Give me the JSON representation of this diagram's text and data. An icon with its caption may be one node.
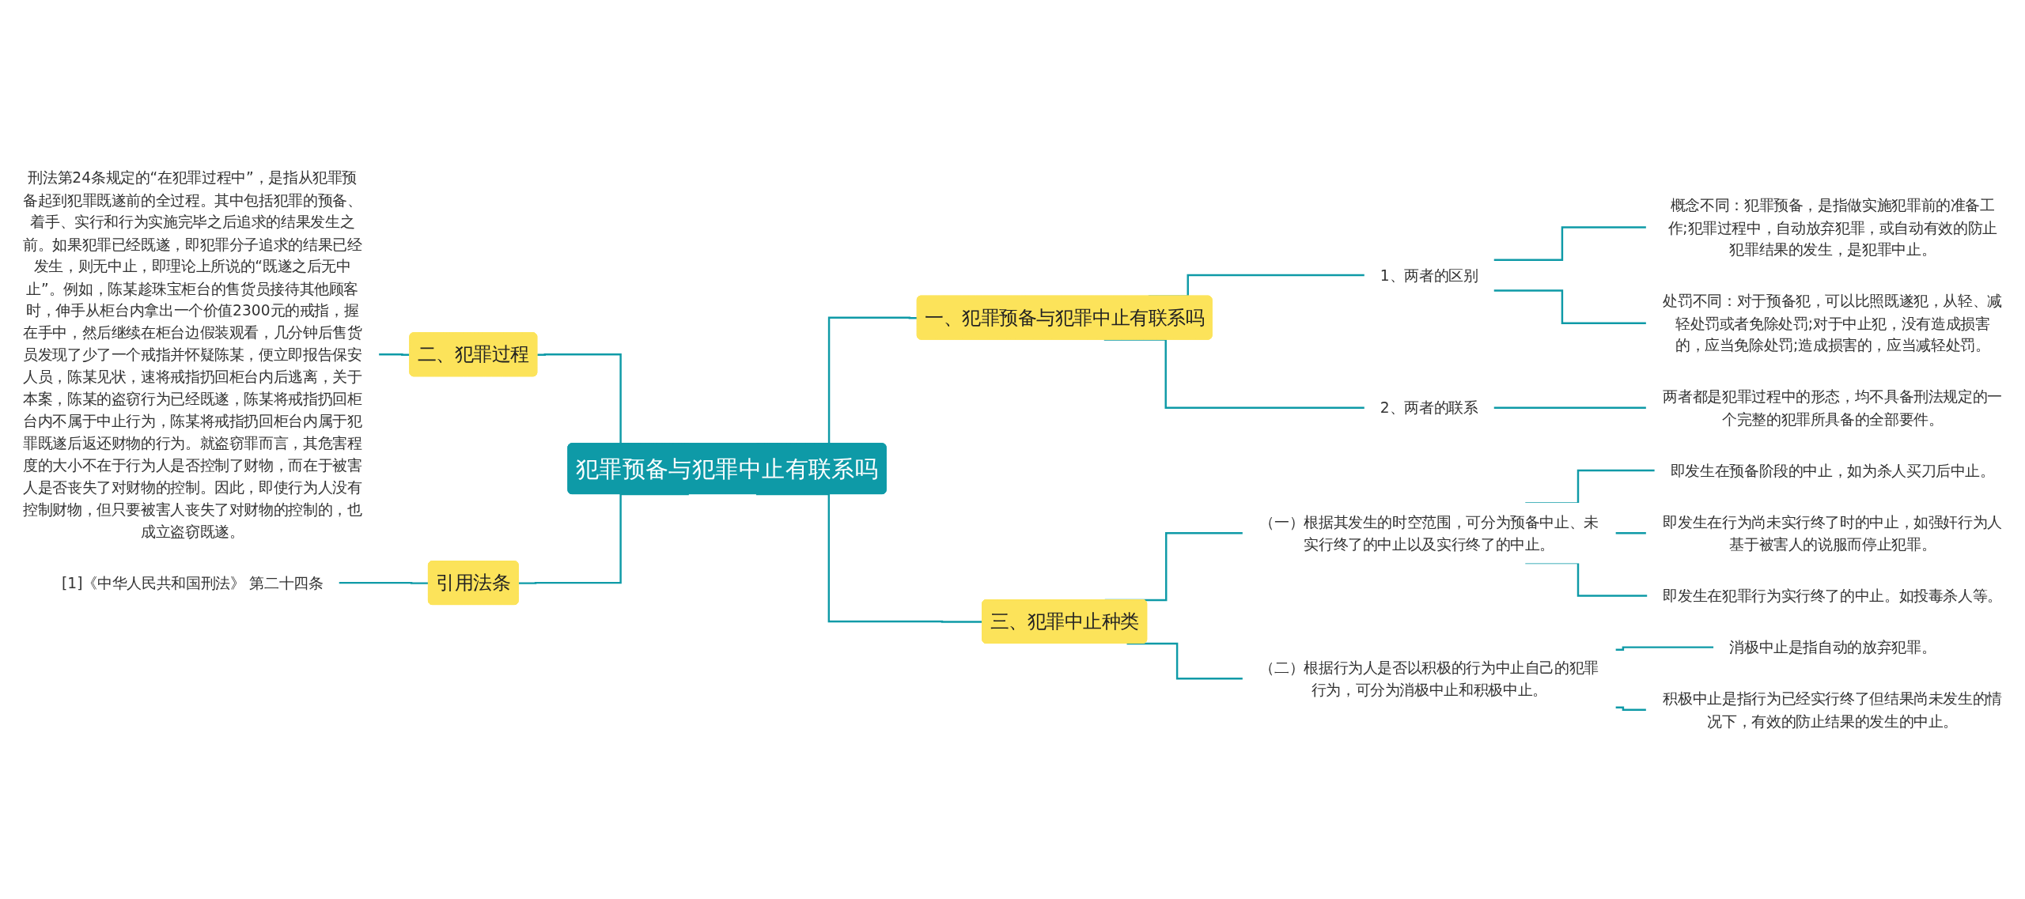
{
  "diagram": {
    "nodes": [
      {
        "text": [
          "犯罪预备与犯罪中止有联系吗"
        ]
      },
      {
        "text": [
          "一、犯罪预备与犯罪中止有联系吗"
        ]
      },
      {
        "text": [
          "1、两者的区别"
        ]
      },
      {
        "text": [
          "概念不同：犯罪预备，是指做实施犯罪前的准备工作;犯罪过程中，自动放弃犯罪，或自动有效的防止犯罪结果的发生，是犯罪中止。"
        ]
      },
      {
        "text": [
          "处罚不同：对于预备犯，可以比照既遂犯，从轻、减轻处罚或者免除处罚;对于中止犯，没有造成损害的，应当免除处罚;造成损害的，应当减轻处罚。"
        ]
      },
      {
        "text": [
          "2、两者的联系"
        ]
      },
      {
        "text": [
          "两者都是犯罪过程中的形态，均不具备刑法规定的一个完整的犯罪所具备的全部要件。"
        ]
      },
      {
        "text": [
          "三、犯罪中止种类"
        ]
      },
      {
        "text": [
          "（一）根据其发生的时空范围，可分为预备中止、未实行终了的中止以及实行终了的中止。"
        ]
      },
      {
        "text": [
          "即发生在预备阶段的中止，如为杀人买刀后中止。"
        ]
      },
      {
        "text": [
          "即发生在行为尚未实行终了时的中止，如强奸行为人基于被害人的说服而停止犯罪。"
        ]
      },
      {
        "text": [
          "即发生在犯罪行为实行终了的中止。如投毒杀人等。"
        ]
      },
      {
        "text": [
          "（二）根据行为人是否以积极的行为中止自己的犯罪行为，可分为消极中止和积极中止。"
        ]
      },
      {
        "text": [
          "消极中止是指自动的放弃犯罪。"
        ]
      },
      {
        "text": [
          "积极中止是指行为已经实行终了但结果尚未发生的情况下，有效的防止结果的发生的中止。"
        ]
      },
      {
        "text": [
          "二、犯罪过程"
        ]
      },
      {
        "text": [
          "刑法第24条规定的“在犯罪过程中”，是指从犯罪预备起到犯罪既遂前的全过程。其中包括犯罪的预备、着手、实行和行为实施完毕之后追求的结果发生之前。如果犯罪已经既遂，即犯罪分子追求的结果已经发生，则无中止，即理论上所说的“既遂之后无中止”。例如，陈某趁珠宝柜台的售货员接待其他顾客时，伸手从柜台内拿出一个价值2300元的戒指，握在手中，然后继续在柜台边假装观看，几分钟后售货员发现了少了一个戒指并怀疑陈某，便立即报告保安人员，陈某见状，速将戒指扔回柜台内后逃离，关于本案，陈某的盗窃行为已经既遂，陈某将戒指扔回柜台内不属于中止行为，陈某将戒指扔回柜台内属于犯罪既遂后返还财物的行为。就盗窃罪而言，其危害程度的大小不在于行为人是否控制了财物，而在于被害人是否丧失了对财物的控制。因此，即使行为人没有控制财物，但只要被害人丧失了对财物的控制的，也成立盗窃既遂。"
        ]
      },
      {
        "text": [
          "引用法条"
        ]
      },
      {
        "text": [
          "[1]《中华人民共和国刑法》 第二十四条"
        ]
      }
    ],
    "edges": [
      {
        "from": 0,
        "to": 1,
        "arrow": "none"
      },
      {
        "from": 1,
        "to": 2,
        "arrow": "none"
      },
      {
        "from": 2,
        "to": 3,
        "arrow": "none"
      },
      {
        "from": 2,
        "to": 4,
        "arrow": "none"
      },
      {
        "from": 1,
        "to": 5,
        "arrow": "none"
      },
      {
        "from": 5,
        "to": 6,
        "arrow": "none"
      },
      {
        "from": 0,
        "to": 7,
        "arrow": "none"
      },
      {
        "from": 7,
        "to": 8,
        "arrow": "none"
      },
      {
        "from": 8,
        "to": 9,
        "arrow": "none"
      },
      {
        "from": 8,
        "to": 10,
        "arrow": "none"
      },
      {
        "from": 8,
        "to": 11,
        "arrow": "none"
      },
      {
        "from": 7,
        "to": 12,
        "arrow": "none"
      },
      {
        "from": 12,
        "to": 13,
        "arrow": "none"
      },
      {
        "from": 12,
        "to": 14,
        "arrow": "none"
      },
      {
        "from": 0,
        "to": 15,
        "arrow": "none"
      },
      {
        "from": 15,
        "to": 16,
        "arrow": "none"
      },
      {
        "from": 0,
        "to": 17,
        "arrow": "none"
      },
      {
        "from": 17,
        "to": 18,
        "arrow": "none"
      }
    ]
  }
}
